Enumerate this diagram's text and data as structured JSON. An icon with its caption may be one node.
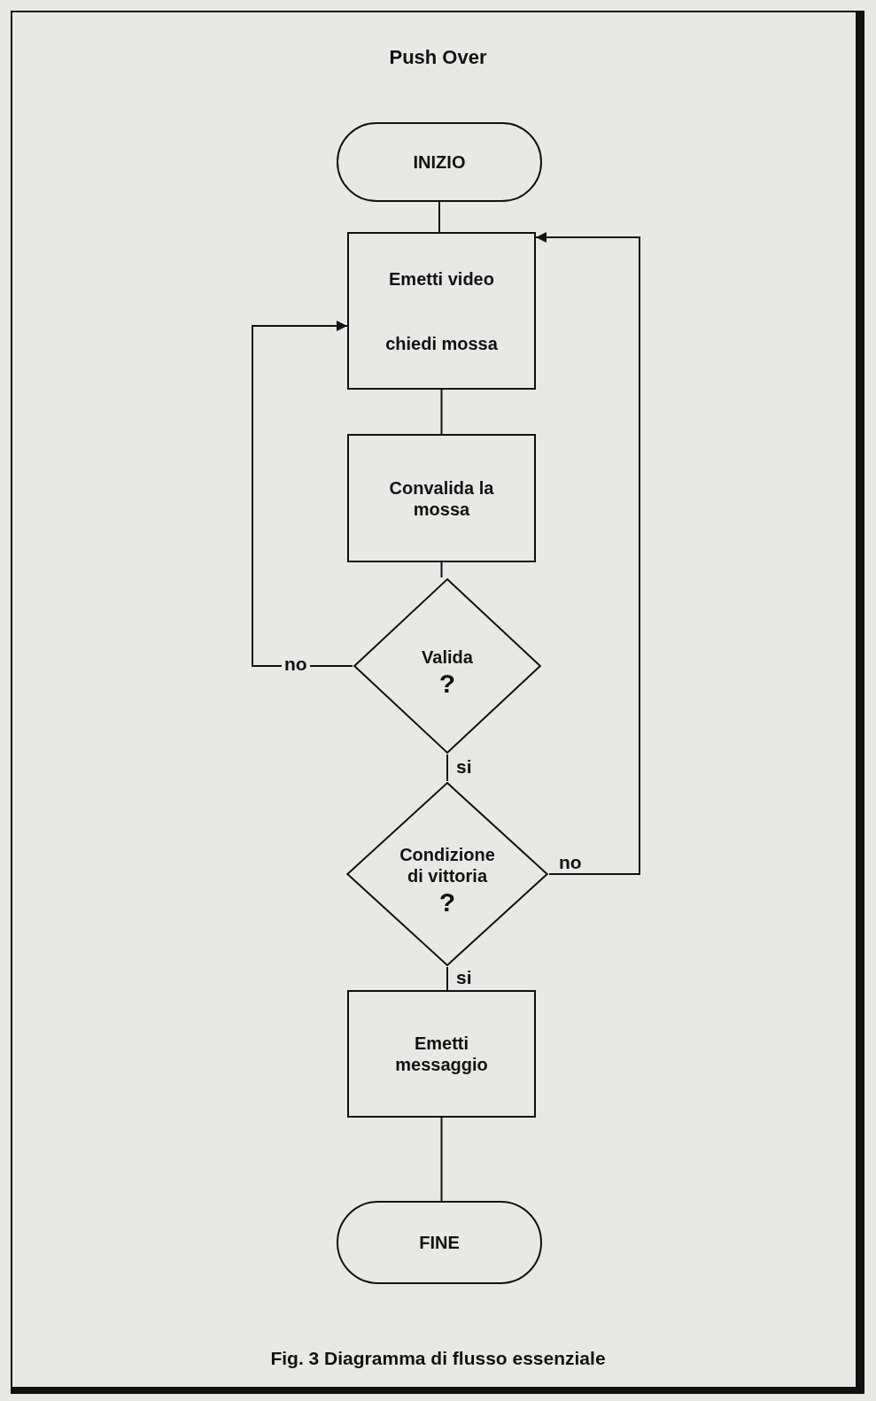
{
  "diagram": {
    "title": "Push Over",
    "caption": "Fig. 3 Diagramma di flusso essenziale",
    "nodes": [
      {
        "text": [
          "INIZIO"
        ]
      },
      {
        "text": [
          "Emetti video",
          "chiedi mossa"
        ]
      },
      {
        "text": [
          "Convalida la mossa"
        ]
      },
      {
        "text": [
          "Valida",
          "?"
        ]
      },
      {
        "text": [
          "Condizione di vittoria",
          "?"
        ]
      },
      {
        "text": [
          "Emetti messaggio"
        ]
      },
      {
        "text": [
          "FINE"
        ]
      }
    ],
    "edges": [
      {
        "from": 0,
        "to": 1,
        "arrow": "none"
      },
      {
        "from": 1,
        "to": 2,
        "arrow": "none"
      },
      {
        "from": 2,
        "to": 3,
        "arrow": "none"
      },
      {
        "from": 3,
        "to": 1,
        "arrow": "to",
        "label": "no"
      },
      {
        "from": 3,
        "to": 4,
        "arrow": "none",
        "label": "si"
      },
      {
        "from": 4,
        "to": 1,
        "arrow": "to",
        "label": "no"
      },
      {
        "from": 4,
        "to": 5,
        "arrow": "none",
        "label": "si"
      },
      {
        "from": 5,
        "to": 6,
        "arrow": "none"
      }
    ]
  }
}
